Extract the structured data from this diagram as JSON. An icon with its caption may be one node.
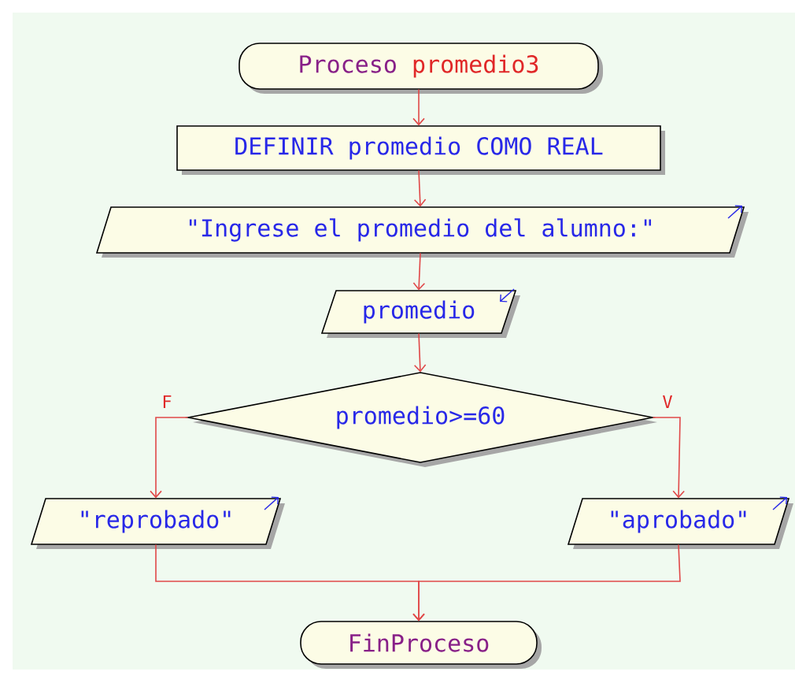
{
  "diagram": {
    "nodes": [
      {
        "text": [
          "Proceso",
          "promedio3"
        ]
      },
      {
        "text": [
          "DEFINIR promedio COMO REAL"
        ]
      },
      {
        "text": [
          "\"Ingrese el promedio del alumno:\""
        ]
      },
      {
        "text": [
          "promedio"
        ]
      },
      {
        "text": [
          "promedio>=60"
        ]
      },
      {
        "text": [
          "\"reprobado\""
        ]
      },
      {
        "text": [
          "\"aprobado\""
        ]
      },
      {
        "text": [
          "FinProceso"
        ]
      }
    ],
    "edges": [
      {
        "from": 0,
        "to": 1,
        "arrow": "to"
      },
      {
        "from": 1,
        "to": 2,
        "arrow": "to"
      },
      {
        "from": 2,
        "to": 3,
        "arrow": "to"
      },
      {
        "from": 3,
        "to": 4,
        "arrow": "to"
      },
      {
        "from": 4,
        "to": 5,
        "arrow": "to",
        "label": "F"
      },
      {
        "from": 4,
        "to": 6,
        "arrow": "to",
        "label": "V"
      },
      {
        "from": 5,
        "to": 7,
        "arrow": "to"
      },
      {
        "from": 6,
        "to": 7,
        "arrow": "to"
      }
    ]
  }
}
